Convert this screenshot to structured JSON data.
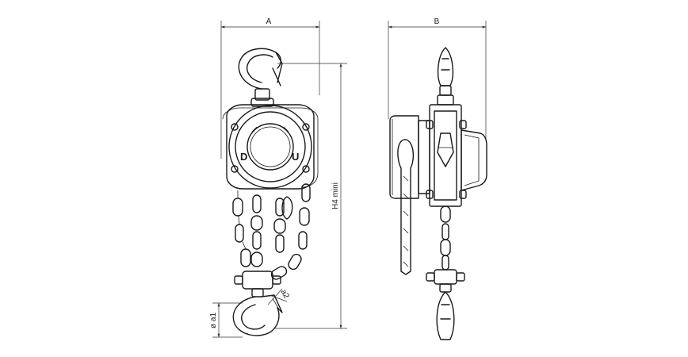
{
  "dimensions": {
    "A": "A",
    "B": "B",
    "H4": "H4 mini",
    "a1": "ø a1",
    "a2": "a2"
  },
  "direction_marks": {
    "down": "D",
    "up": "U"
  }
}
